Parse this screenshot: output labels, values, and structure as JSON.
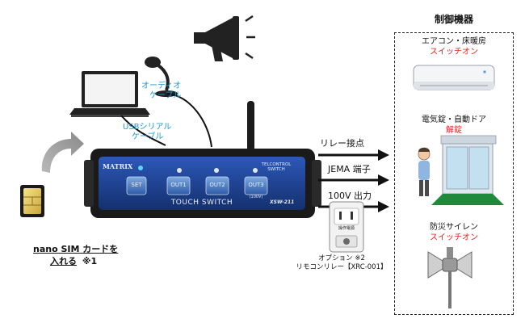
{
  "device": {
    "brand": "MATRIX",
    "buttons": [
      "SET",
      "OUT1",
      "OUT2",
      "OUT3"
    ],
    "button3_sub": "(100V)",
    "panel_label": "TOUCH SWITCH",
    "model": "XSW-211",
    "telcontrol_line1": "TELCONTROL",
    "telcontrol_line2": "SWITCH"
  },
  "cables": {
    "usb_line1": "USBシリアル",
    "usb_line2": "ケーブル",
    "audio_line1": "オーディオ",
    "audio_line2": "ケーブル"
  },
  "sim": {
    "line1": "nano SIM カードを",
    "line2": "入れる",
    "note": "※1"
  },
  "outputs": {
    "relay": "リレー接点",
    "jema": "JEMA 端子",
    "ac100": "100V 出力"
  },
  "option": {
    "line1": "オプション ※2",
    "line2": "リモコンリレー【XRC-001】",
    "relay_label": "操作電源"
  },
  "controlled": {
    "title": "制御機器",
    "aircon_name": "エアコン・床暖房",
    "aircon_action": "スイッチオン",
    "door_name": "電気錠・自動ドア",
    "door_action": "解錠",
    "siren_name": "防災サイレン",
    "siren_action": "スイッチオン"
  },
  "colors": {
    "accent_blue": "#1a9ad6",
    "action_red": "#e5231b",
    "device_panel": "#1d3f8f"
  }
}
